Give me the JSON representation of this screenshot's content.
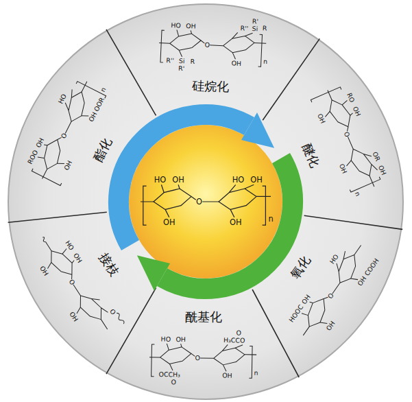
{
  "diagram": {
    "nodes": [
      {
        "text": [
          "硅烷化"
        ]
      },
      {
        "text": [
          "醚化"
        ]
      },
      {
        "text": [
          "氧化"
        ]
      },
      {
        "text": [
          "酰基化"
        ]
      },
      {
        "text": [
          "接枝"
        ]
      },
      {
        "text": [
          "酯化"
        ]
      }
    ],
    "labels": [
      "HO",
      "OH",
      "OH",
      "O",
      "HO",
      "OH",
      "OH",
      "n",
      "HO",
      "OH",
      "O",
      "OH",
      "n",
      "R''",
      "Si",
      "R",
      "R'",
      "R''",
      "Si",
      "R",
      "R'",
      "RO",
      "OH",
      "OH",
      "O",
      "OR",
      "OH",
      "OH",
      "n",
      "HOOC",
      "OH",
      "OH",
      "O",
      "HO",
      "OH",
      "COOH",
      "HO",
      "OH",
      "O",
      "OH",
      "n",
      "H₃CCO",
      "O",
      "OCCH₃",
      "O",
      "HO",
      "OH",
      "O",
      "OH",
      "OH",
      "O",
      "ROO",
      "OH",
      "O",
      "HO",
      "OH",
      "OOR",
      "n",
      "OH"
    ]
  }
}
